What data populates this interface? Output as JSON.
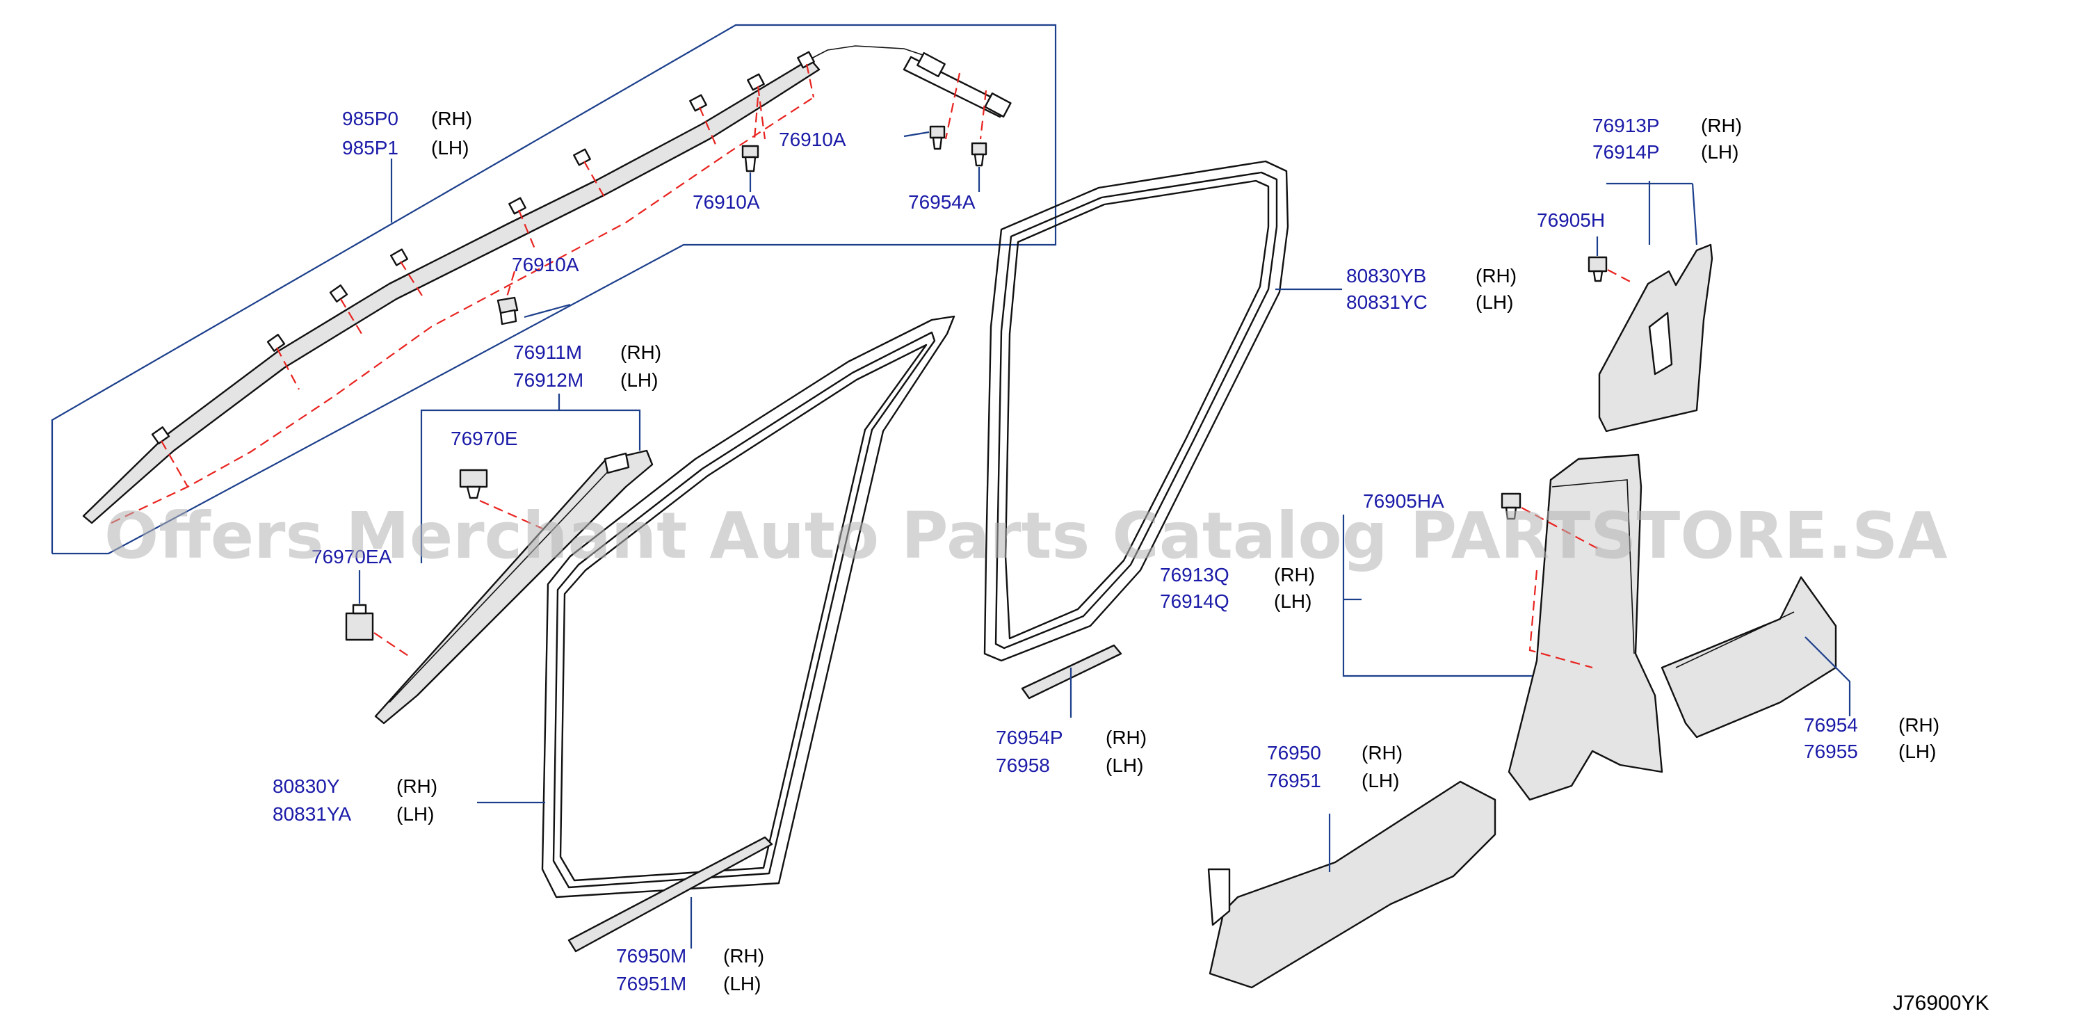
{
  "watermark": "Offers Merchant Auto Parts Catalog PARTSTORE.SA",
  "diagram_code": "J76900YK",
  "callouts": {
    "airbag": {
      "pn": [
        "985P0",
        "985P1"
      ],
      "side": [
        "(RH)",
        "(LH)"
      ]
    },
    "clip_a1": {
      "pn": [
        "76910A"
      ]
    },
    "clip_a2": {
      "pn": [
        "76910A"
      ]
    },
    "clip_a3": {
      "pn": [
        "76910A"
      ]
    },
    "clip_b": {
      "pn": [
        "76954A"
      ]
    },
    "a_pillar": {
      "pn": [
        "76911M",
        "76912M"
      ],
      "side": [
        "(RH)",
        "(LH)"
      ]
    },
    "clip_e": {
      "pn": [
        "76970E"
      ]
    },
    "clip_ea": {
      "pn": [
        "76970EA"
      ]
    },
    "front_seal": {
      "pn": [
        "80830Y",
        "80831YA"
      ],
      "side": [
        "(RH)",
        "(LH)"
      ]
    },
    "front_plate": {
      "pn": [
        "76950M",
        "76951M"
      ],
      "side": [
        "(RH)",
        "(LH)"
      ]
    },
    "rear_seal": {
      "pn": [
        "80830YB",
        "80831YC"
      ],
      "side": [
        "(RH)",
        "(LH)"
      ]
    },
    "rear_plate": {
      "pn": [
        "76954P",
        "76958"
      ],
      "side": [
        "(RH)",
        "(LH)"
      ]
    },
    "b_upper": {
      "pn": [
        "76913P",
        "76914P"
      ],
      "side": [
        "(RH)",
        "(LH)"
      ]
    },
    "clip_h": {
      "pn": [
        "76905H"
      ]
    },
    "clip_ha": {
      "pn": [
        "76905HA"
      ]
    },
    "b_lower": {
      "pn": [
        "76913Q",
        "76914Q"
      ],
      "side": [
        "(RH)",
        "(LH)"
      ]
    },
    "front_kick": {
      "pn": [
        "76950",
        "76951"
      ],
      "side": [
        "(RH)",
        "(LH)"
      ]
    },
    "rear_kick": {
      "pn": [
        "76954",
        "76955"
      ],
      "side": [
        "(RH)",
        "(LH)"
      ]
    }
  }
}
